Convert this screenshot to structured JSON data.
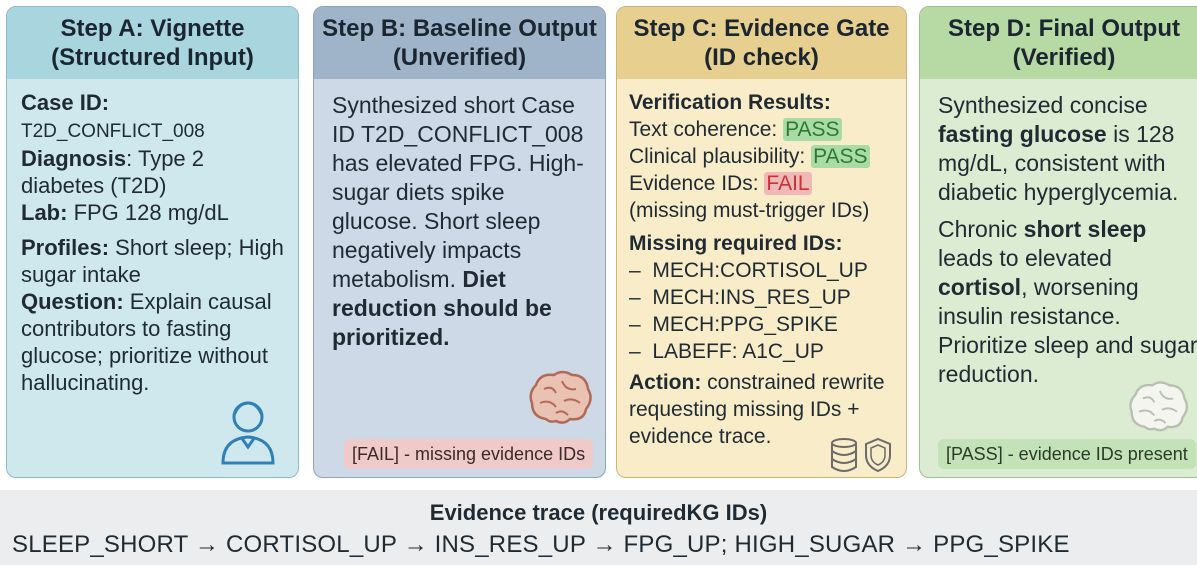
{
  "steps": [
    {
      "title_line1": "Step A: Vignette",
      "title_line2": "(Structured Input)",
      "case_label": "Case ID:",
      "case_value": "T2D_CONFLICT_008",
      "diag_label": "Diagnosis",
      "diag_value": ": Type 2 diabetes (T2D)",
      "lab_label": "Lab:",
      "lab_value": " FPG 128 mg/dL",
      "prof_label": "Profiles:",
      "prof_value": " Short sleep; High sugar intake",
      "q_label": "Question:",
      "q_value": " Explain causal contributors to fasting glucose; prioritize without hallucinating.",
      "icon": "person-icon"
    },
    {
      "title_line1": "Step B: Baseline Output",
      "title_line2": "(Unverified)",
      "text_plain": "Synthesized short Case ID T2D_CONFLICT_008 has elevated FPG. High-sugar diets spike glucose. Short sleep negatively impacts metabolism. ",
      "text_bold": "Diet reduction should be prioritized.",
      "status": "[FAIL] - missing evidence IDs",
      "icon": "brain-icon"
    },
    {
      "title_line1": "Step C: Evidence Gate",
      "title_line2": "(ID check)",
      "results_heading": "Verification Results:",
      "check1_label": "Text coherence: ",
      "check1_value": "PASS",
      "check2_label": "Clinical plausibility: ",
      "check2_value": "PASS",
      "check3_label": "Evidence IDs: ",
      "check3_value": "FAIL",
      "check3_note": "(missing must-trigger IDs)",
      "missing_heading": "Missing required IDs:",
      "missing_ids": [
        "MECH:CORTISOL_UP",
        "MECH:INS_RES_UP",
        "MECH:PPG_SPIKE",
        "LABEFF: A1C_UP"
      ],
      "action_label": "Action:",
      "action_value": " constrained rewrite requesting missing IDs + evidence trace.",
      "icons": [
        "database-icon",
        "shield-icon"
      ]
    },
    {
      "title_line1": "Step D: Final Output",
      "title_line2": "(Verified)",
      "p1_a": "Synthesized concise ",
      "p1_b": "fasting glucose",
      "p1_c": " is 128 mg/dL, consistent with diabetic hyperglycemia.",
      "p2_a": "Chronic ",
      "p2_b": "short sleep",
      "p2_c": " leads to elevated ",
      "p2_d": "cortisol",
      "p2_e": ", worsening insulin resistance. Prioritize sleep and sugar reduction.",
      "status": "[PASS] - evidence IDs present",
      "icon": "brain-icon"
    }
  ],
  "trace": {
    "title": "Evidence trace (requiredKG IDs)",
    "chain": "SLEEP_SHORT → CORTISOL_UP → INS_RES_UP → FPG_UP; HIGH_SUGAR → PPG_SPIKE"
  },
  "colors": {
    "step_a": "#a8d5de",
    "step_b": "#9fb3c9",
    "step_c": "#e6cf8f",
    "step_d": "#b7d9a3",
    "pass": "#2d7a2d",
    "fail": "#c73434"
  }
}
